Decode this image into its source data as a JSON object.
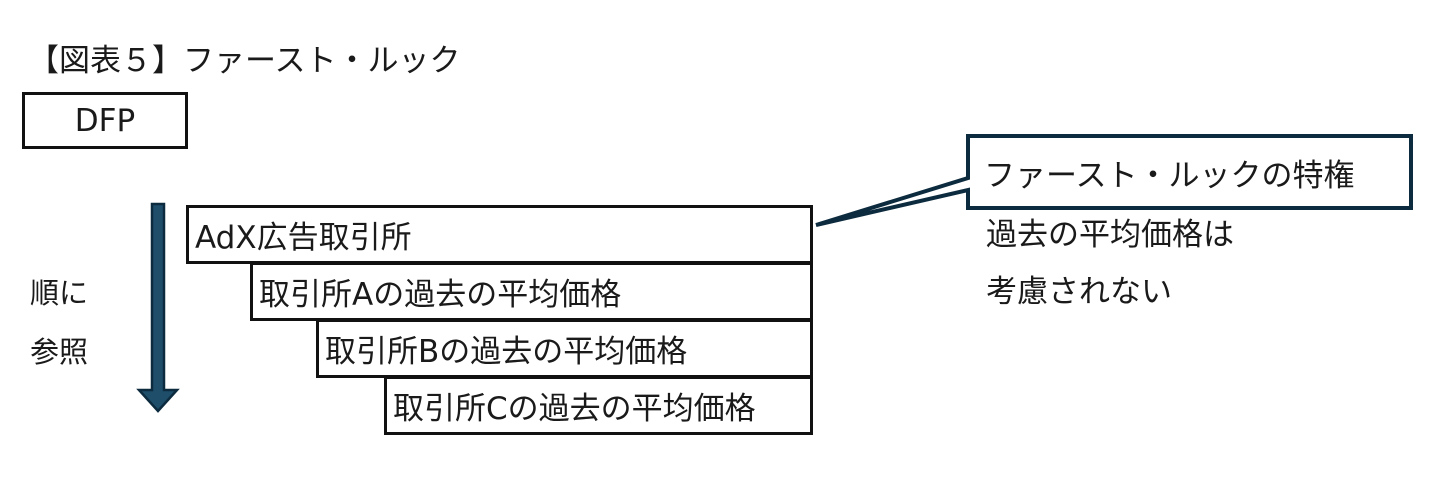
{
  "title": "【図表５】ファースト・ルック",
  "dfp_label": "DFP",
  "steps": [
    "AdX広告取引所",
    "取引所Aの過去の平均価格",
    "取引所Bの過去の平均価格",
    "取引所Cの過去の平均価格"
  ],
  "side_label": {
    "line1": "順に",
    "line2": "参照"
  },
  "callout": {
    "title": "ファースト・ルックの特権",
    "note_line1": "過去の平均価格は",
    "note_line2": "考慮されない"
  },
  "colors": {
    "arrow_fill": "#1f4e6b",
    "arrow_outline": "#0d2b3e",
    "callout_border": "#0d2b3e",
    "box_border": "#111111"
  }
}
